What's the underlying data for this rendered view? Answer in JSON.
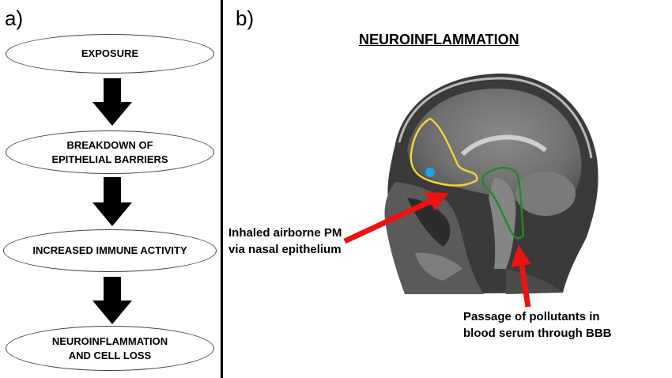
{
  "panel_a": {
    "label": "a)",
    "steps": [
      {
        "line1": "EXPOSURE",
        "line2": ""
      },
      {
        "line1": "BREAKDOWN OF",
        "line2": "EPITHELIAL BARRIERS"
      },
      {
        "line1": "INCREASED IMMUNE ACTIVITY",
        "line2": ""
      },
      {
        "line1": "NEUROINFLAMMATION",
        "line2": "AND CELL LOSS"
      }
    ]
  },
  "panel_b": {
    "label": "b)",
    "title": "NEUROINFLAMMATION",
    "caption_nasal": {
      "line1": "Inhaled airborne PM",
      "line2": "via nasal epithelium"
    },
    "caption_blood": {
      "line1": "Passage of pollutants in",
      "line2": "blood serum through BBB"
    }
  },
  "colors": {
    "olfactory_outline": "#f2d23a",
    "vessel_outline": "#1f8a2a",
    "blue_dot": "#1aa3e8",
    "arrow_red": "#ee1111",
    "arrow_black": "#000000"
  },
  "icons": {
    "down_arrow": "down-arrow-icon",
    "red_arrow": "red-arrow-icon"
  }
}
